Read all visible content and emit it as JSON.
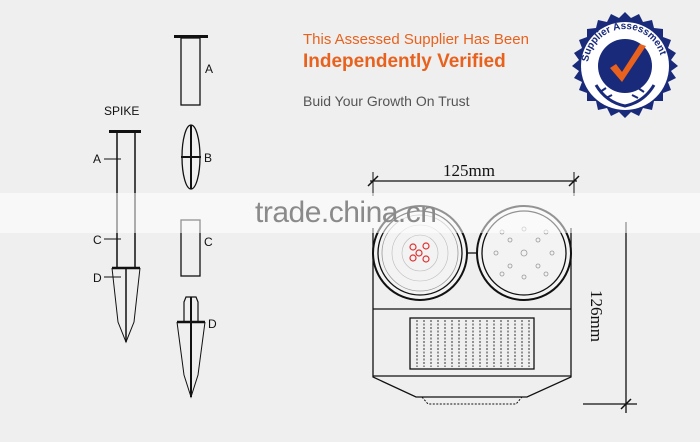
{
  "header": {
    "line1": "This Assessed Supplier Has Been",
    "line2": "Independently Verified",
    "tagline": "Buid Your Growth On Trust"
  },
  "badge": {
    "text": "Supplier Assessment",
    "icon": "check-seal-icon",
    "colors": {
      "ring": "#1a2a7a",
      "check": "#e8621e",
      "bg": "#ffffff"
    }
  },
  "spike_diagram": {
    "title": "SPIKE",
    "assembled_labels": [
      "A",
      "C",
      "D"
    ],
    "parts": [
      {
        "label": "A"
      },
      {
        "label": "B"
      },
      {
        "label": "C"
      },
      {
        "label": "D"
      }
    ]
  },
  "product_diagram": {
    "width_label": "125mm",
    "height_label": "126mm"
  },
  "watermark": "trade.china.cn",
  "colors": {
    "accent": "#e8621e",
    "text": "#555555",
    "line": "#111111"
  }
}
